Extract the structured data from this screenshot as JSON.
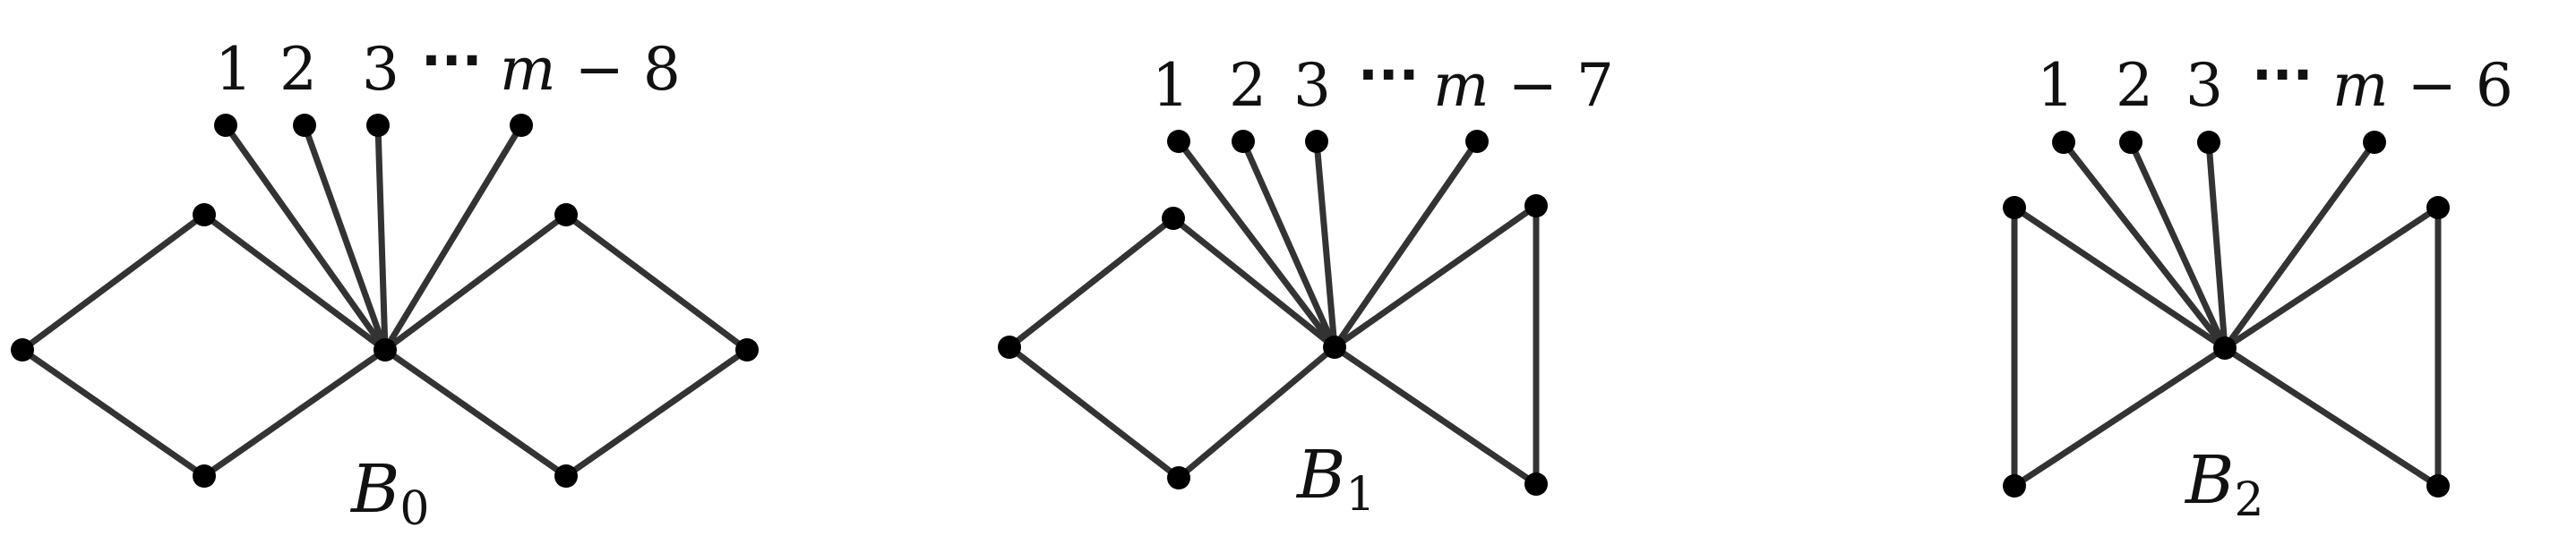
{
  "figure": {
    "graphs": [
      {
        "id": "b0",
        "caption": {
          "base": "B",
          "sub": "0"
        },
        "leaf_labels": {
          "l1": "1",
          "l2": "2",
          "l3": "3",
          "ellipsis": "···",
          "last_var": "m",
          "last_op": " − ",
          "last_num": "8"
        }
      },
      {
        "id": "b1",
        "caption": {
          "base": "B",
          "sub": "1"
        },
        "leaf_labels": {
          "l1": "1",
          "l2": "2",
          "l3": "3",
          "ellipsis": "···",
          "last_var": "m",
          "last_op": " − ",
          "last_num": "7"
        }
      },
      {
        "id": "b2",
        "caption": {
          "base": "B",
          "sub": "2"
        },
        "leaf_labels": {
          "l1": "1",
          "l2": "2",
          "l3": "3",
          "ellipsis": "···",
          "last_var": "m",
          "last_op": " − ",
          "last_num": "6"
        }
      }
    ],
    "colors": {
      "edge": "#333333",
      "vertex": "#000000",
      "text": "#111111"
    }
  }
}
